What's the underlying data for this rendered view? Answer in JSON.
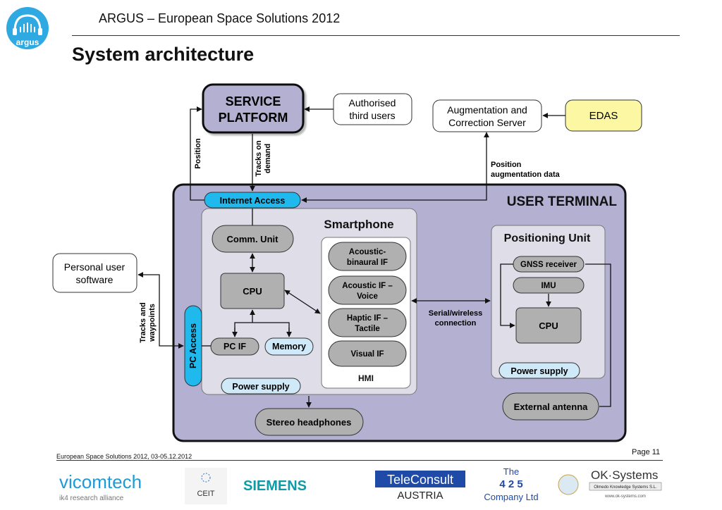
{
  "header": {
    "presentation": "ARGUS – European Space Solutions 2012",
    "logo_text": "argus"
  },
  "slide": {
    "title": "System architecture"
  },
  "diagram": {
    "service_platform": [
      "SERVICE",
      "PLATFORM"
    ],
    "authorised": [
      "Authorised",
      "third users"
    ],
    "augmentation_server": [
      "Augmentation and",
      "Correction Server"
    ],
    "edas": "EDAS",
    "position_label": "Position",
    "tracks_demand": [
      "Tracks on",
      "demand"
    ],
    "position_aug": [
      "Position",
      "augmentation data"
    ],
    "user_terminal": "USER TERMINAL",
    "internet_access": "Internet Access",
    "smartphone": "Smartphone",
    "comm_unit": "Comm. Unit",
    "cpu": "CPU",
    "pc_if": "PC IF",
    "memory": "Memory",
    "pc_access": "PC Access",
    "power_supply": "Power supply",
    "hmi": "HMI",
    "acoustic_binaural": [
      "Acoustic-",
      "binaural IF"
    ],
    "acoustic_voice": [
      "Acoustic IF –",
      "Voice"
    ],
    "haptic_tactile": [
      "Haptic IF –",
      "Tactile"
    ],
    "visual_if": "Visual IF",
    "serial_wireless": [
      "Serial/wireless",
      "connection"
    ],
    "positioning_unit": "Positioning Unit",
    "gnss_receiver": "GNSS receiver",
    "imu": "IMU",
    "pos_cpu": "CPU",
    "pos_power_supply": "Power supply",
    "external_antenna": "External antenna",
    "personal_software": [
      "Personal user",
      "software"
    ],
    "tracks_waypoints": [
      "Tracks and",
      "waypoints"
    ],
    "stereo_headphones": "Stereo headphones"
  },
  "footer": {
    "event": "European Space Solutions 2012, 03-05.12.2012",
    "page": "Page 11"
  },
  "partners": {
    "vicomtech": "vicomtech",
    "vicomtech_sub": "ik4 research alliance",
    "ceit": "CEIT",
    "siemens": "SIEMENS",
    "teleconsult_top": "TeleConsult",
    "teleconsult_bottom": "AUSTRIA",
    "the425_top": "The",
    "the425_mid": "4 2 5",
    "the425_bottom": "Company Ltd",
    "oksystems": "OK·Systems",
    "oksystems_sub": "Olmedo Knowledge Systems S.L.",
    "oksystems_url": "www.ok-systems.com"
  },
  "colors": {
    "terminal_fill": "#b3b0d2",
    "internet_fill": "#1fb9ee",
    "light_blue": "#cfe9f9",
    "grey_box": "#b0b0b0",
    "edas_fill": "#fbf7a2"
  }
}
